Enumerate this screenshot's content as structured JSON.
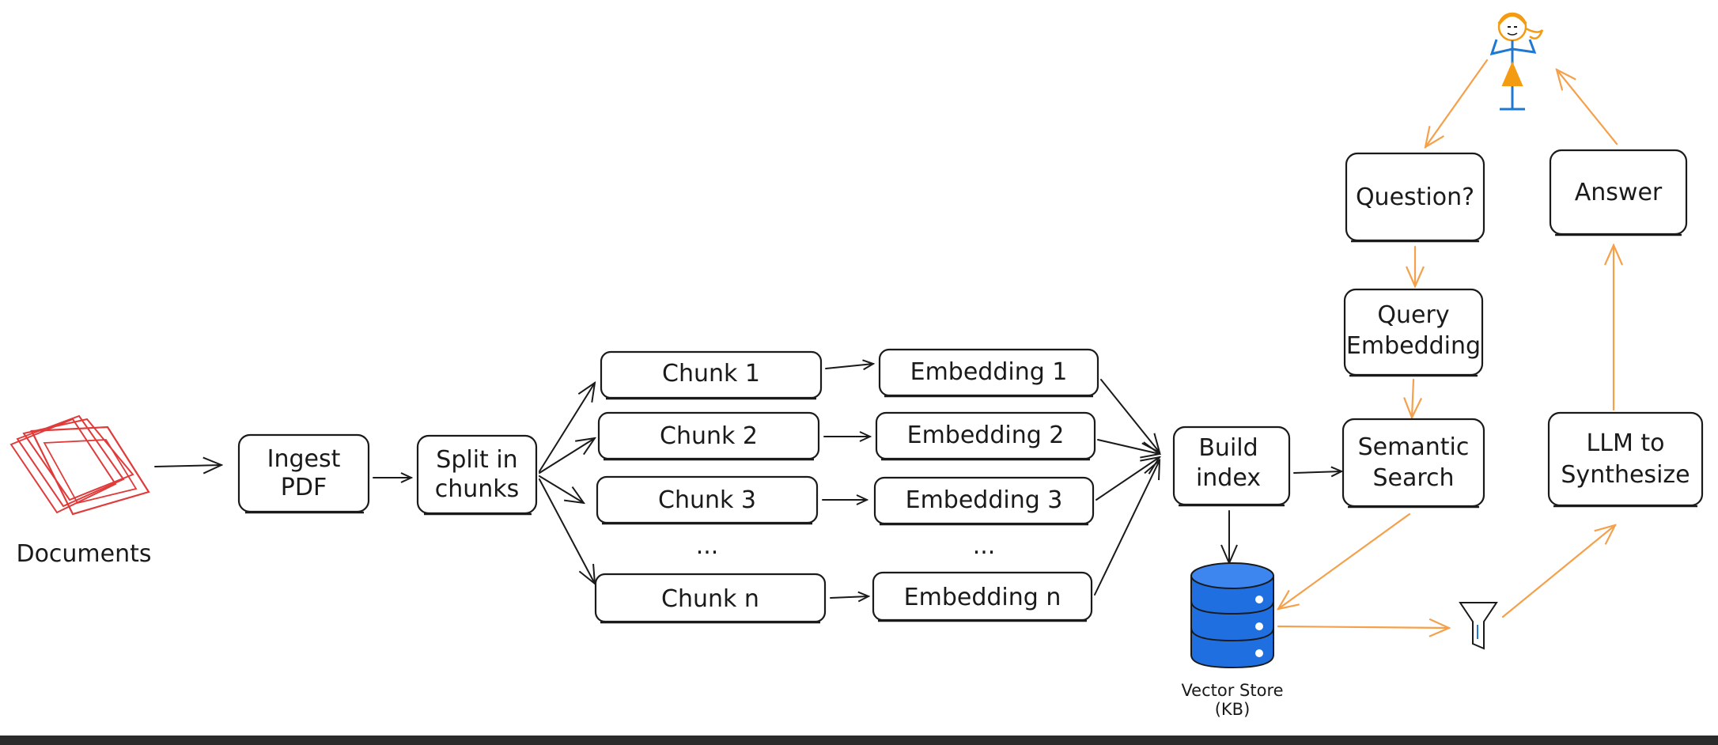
{
  "labels": {
    "documents": "Documents",
    "ingest_line1": "Ingest",
    "ingest_line2": "PDF",
    "split_line1": "Split in",
    "split_line2": "chunks",
    "chunk1": "Chunk 1",
    "chunk2": "Chunk 2",
    "chunk3": "Chunk 3",
    "chunk_ellipsis": "...",
    "chunkn": "Chunk n",
    "emb1": "Embedding 1",
    "emb2": "Embedding 2",
    "emb3": "Embedding 3",
    "emb_ellipsis": "...",
    "embn": "Embedding n",
    "build_line1": "Build",
    "build_line2": "index",
    "vector_line1": "Vector Store",
    "vector_line2": "(KB)",
    "question": "Question?",
    "query_line1": "Query",
    "query_line2": "Embedding",
    "semantic_line1": "Semantic",
    "semantic_line2": "Search",
    "llm_line1": "LLM to",
    "llm_line2": "Synthesize",
    "answer": "Answer"
  },
  "colors": {
    "ink": "#1a1a1a",
    "documents_red": "#e03b3b",
    "flow_orange": "#f5a04a",
    "database_blue": "#1f6fe0",
    "user_blue": "#1f78d1",
    "user_orange": "#f39c12"
  },
  "icons": {
    "documents": "stacked-documents-icon",
    "vector_store": "database-icon",
    "filter": "funnel-filter-icon",
    "user": "user-stick-figure-icon"
  }
}
